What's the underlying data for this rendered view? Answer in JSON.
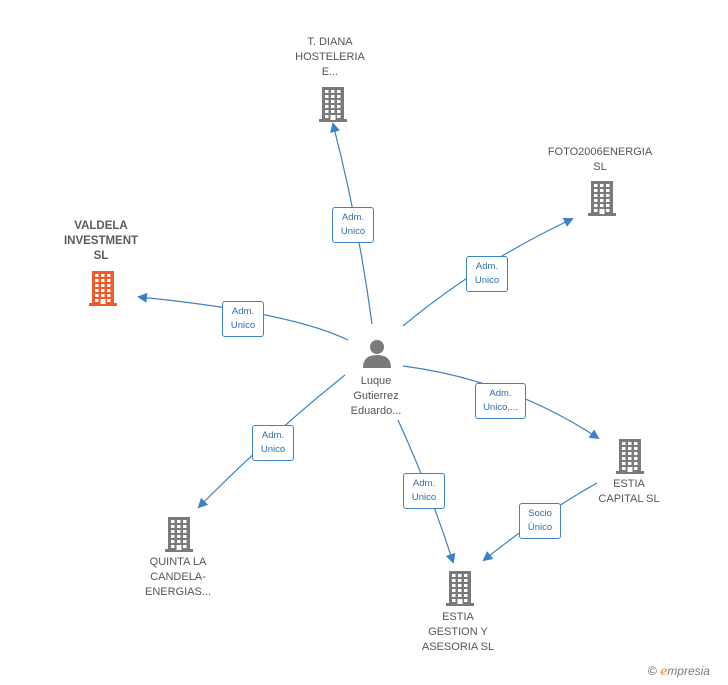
{
  "nodes": {
    "person": {
      "label": "Luque\nGutierrez\nEduardo..."
    },
    "t_diana": {
      "label": "T.  DIANA\nHOSTELERIA\nE..."
    },
    "foto2006": {
      "label": "FOTO2006ENERGIA\nSL"
    },
    "valdela": {
      "label": "VALDELA\nINVESTMENT\nSL"
    },
    "estia_capital": {
      "label": "ESTIA\nCAPITAL  SL"
    },
    "quinta": {
      "label": "QUINTA LA\nCANDELA-\nENERGIAS..."
    },
    "estia_gestion": {
      "label": "ESTIA\nGESTION Y\nASESORIA  SL"
    }
  },
  "edges": {
    "to_t_diana": "Adm.\nUnico",
    "to_foto2006": "Adm.\nUnico",
    "to_valdela": "Adm.\nUnico",
    "to_estia_capital": "Adm.\nUnico,...",
    "to_quinta": "Adm.\nUnico",
    "to_estia_gestion": "Adm.\nUnico",
    "capital_to_gestion": "Socio\nÚnico"
  },
  "colors": {
    "edge": "#3b82c4",
    "building": "#7a7a7a",
    "building_highlight": "#f05a28",
    "person": "#7a7a7a"
  },
  "icons": {
    "person": "person-icon",
    "company": "building-icon"
  },
  "brand": {
    "copyright": "©",
    "initial": "e",
    "name": "mpresia"
  }
}
